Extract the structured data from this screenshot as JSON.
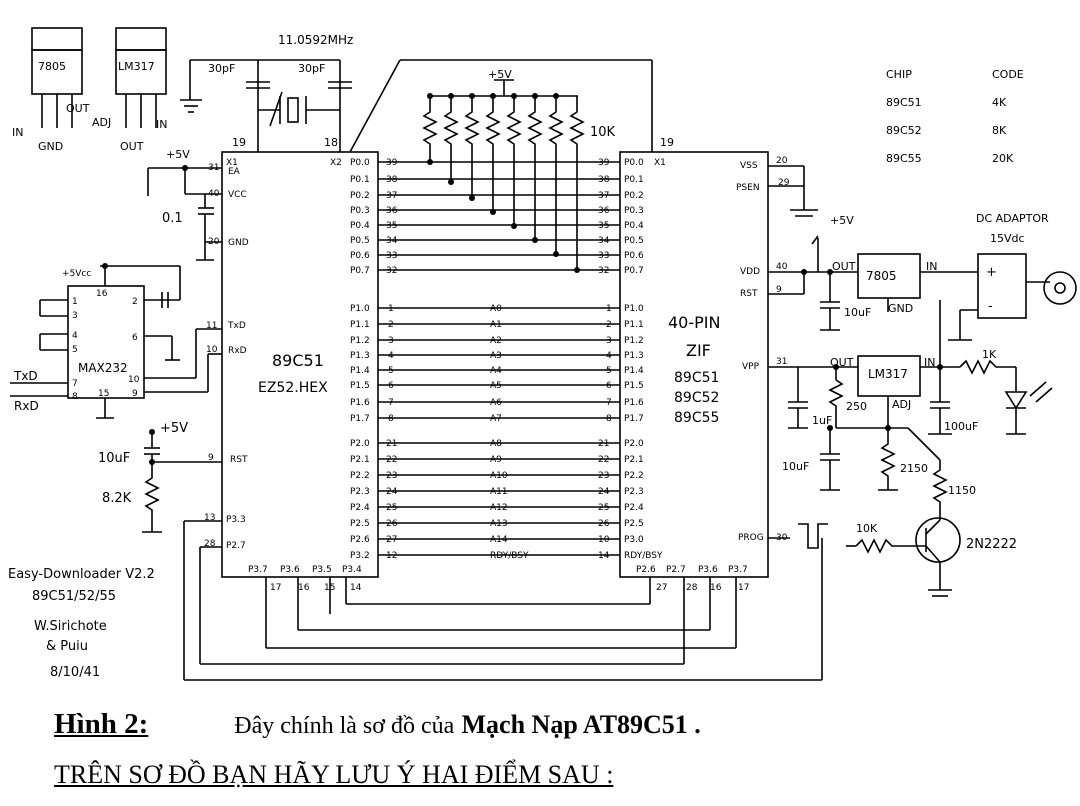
{
  "crystal": {
    "freq": "11.0592MHz",
    "cap_left": "30pF",
    "cap_right": "30pF"
  },
  "regulators": {
    "r7805": {
      "label": "7805",
      "in": "IN",
      "gnd": "GND",
      "out": "OUT"
    },
    "lm317": {
      "label": "LM317",
      "adj": "ADJ",
      "out": "OUT",
      "in": "IN"
    }
  },
  "chip_table": {
    "headers": [
      "CHIP",
      "CODE"
    ],
    "rows": [
      [
        "89C51",
        "4K"
      ],
      [
        "89C52",
        "8K"
      ],
      [
        "89C55",
        "20K"
      ]
    ]
  },
  "mcu": {
    "name": "89C51",
    "firmware": "EZ52.HEX",
    "top_pins": [
      "19",
      "18"
    ],
    "top_labels": [
      "X1",
      "X2"
    ],
    "left_pins": [
      {
        "num": "31",
        "name": "EA"
      },
      {
        "num": "40",
        "name": "VCC"
      },
      {
        "num": "20",
        "name": "GND"
      },
      {
        "num": "11",
        "name": "TxD"
      },
      {
        "num": "10",
        "name": "RxD"
      },
      {
        "num": "9",
        "name": "RST"
      },
      {
        "num": "13",
        "name": "P3.3"
      },
      {
        "num": "28",
        "name": "P2.7"
      }
    ],
    "bottom_labels": [
      "P3.7",
      "P3.6",
      "P3.5",
      "P3.4"
    ],
    "bottom_pins": [
      "17",
      "16",
      "15",
      "14"
    ],
    "p0": [
      [
        "P0.0",
        "39"
      ],
      [
        "P0.1",
        "38"
      ],
      [
        "P0.2",
        "37"
      ],
      [
        "P0.3",
        "36"
      ],
      [
        "P0.4",
        "35"
      ],
      [
        "P0.5",
        "34"
      ],
      [
        "P0.6",
        "33"
      ],
      [
        "P0.7",
        "32"
      ]
    ],
    "p1": [
      [
        "P1.0",
        "1"
      ],
      [
        "P1.1",
        "2"
      ],
      [
        "P1.2",
        "3"
      ],
      [
        "P1.3",
        "4"
      ],
      [
        "P1.4",
        "5"
      ],
      [
        "P1.5",
        "6"
      ],
      [
        "P1.6",
        "7"
      ],
      [
        "P1.7",
        "8"
      ]
    ],
    "p2": [
      [
        "P2.0",
        "21"
      ],
      [
        "P2.1",
        "22"
      ],
      [
        "P2.2",
        "23"
      ],
      [
        "P2.3",
        "24"
      ],
      [
        "P2.4",
        "25"
      ],
      [
        "P2.5",
        "26"
      ],
      [
        "P2.6",
        "27"
      ],
      [
        "P3.2",
        "12"
      ]
    ]
  },
  "buses": {
    "a_lines": [
      "A0",
      "A1",
      "A2",
      "A3",
      "A4",
      "A5",
      "A6",
      "A7"
    ],
    "b_lines": [
      "A8",
      "A9",
      "A10",
      "A11",
      "A12",
      "A13",
      "A14",
      "RDY/BSY"
    ]
  },
  "zif": {
    "name": "40-PIN",
    "type": "ZIF",
    "chips": [
      "89C51",
      "89C52",
      "89C55"
    ],
    "top_pin": "19",
    "p0": [
      [
        "39",
        "P0.0"
      ],
      [
        "38",
        "P0.1"
      ],
      [
        "37",
        "P0.2"
      ],
      [
        "36",
        "P0.3"
      ],
      [
        "35",
        "P0.4"
      ],
      [
        "34",
        "P0.5"
      ],
      [
        "33",
        "P0.6"
      ],
      [
        "32",
        "P0.7"
      ]
    ],
    "p1": [
      [
        "1",
        "P1.0"
      ],
      [
        "2",
        "P1.1"
      ],
      [
        "3",
        "P1.2"
      ],
      [
        "4",
        "P1.3"
      ],
      [
        "5",
        "P1.4"
      ],
      [
        "6",
        "P1.5"
      ],
      [
        "7",
        "P1.6"
      ],
      [
        "8",
        "P1.7"
      ]
    ],
    "p2": [
      [
        "21",
        "P2.0"
      ],
      [
        "22",
        "P2.1"
      ],
      [
        "23",
        "P2.2"
      ],
      [
        "24",
        "P2.3"
      ],
      [
        "25",
        "P2.4"
      ],
      [
        "26",
        "P2.5"
      ],
      [
        "10",
        "P3.0"
      ],
      [
        "14",
        "RDY/BSY"
      ]
    ],
    "x1": "X1",
    "right": {
      "vss": "VSS",
      "vss_pin": "20",
      "psen": "PSEN",
      "psen_pin": "29",
      "vdd": "VDD",
      "vdd_pin": "40",
      "rst": "RST",
      "rst_pin": "9",
      "vpp": "VPP",
      "vpp_pin": "31",
      "prog": "PROG",
      "prog_pin": "30"
    },
    "bottom_labels": [
      "P2.6",
      "P2.7",
      "P3.6",
      "P3.7"
    ],
    "bottom_pins": [
      "27",
      "28",
      "16",
      "17"
    ]
  },
  "max232": {
    "label": "MAX232",
    "vcc": "+5Vcc",
    "pins_left": [
      "1",
      "3",
      "4",
      "5",
      "7",
      "8"
    ],
    "pins_right": [
      "2",
      "6",
      "10",
      "9"
    ],
    "pin16": "16",
    "pin15": "15"
  },
  "signals": {
    "txd": "TxD",
    "rxd": "RxD"
  },
  "components": {
    "plus5v": "+5V",
    "c01": "0.1",
    "c10u_rst": "10uF",
    "r82k": "8.2K",
    "rpack": "10K",
    "c10u_vdd": "10uF",
    "c1u": "1uF",
    "r250": "250",
    "c10u_adj": "10uF",
    "r2150": "2150",
    "r1150": "1150",
    "c100u": "100uF",
    "r1k": "1K",
    "r10k": "10K",
    "transistor": "2N2222",
    "reg7805": "7805",
    "reg7805_in": "IN",
    "reg7805_out": "OUT",
    "reg7805_gnd": "GND",
    "lm317": "LM317",
    "lm317_out": "OUT",
    "lm317_in": "IN",
    "lm317_adj": "ADJ",
    "dc_adaptor": "DC ADAPTOR",
    "dc_volt": "15Vdc",
    "plus": "+",
    "minus": "-"
  },
  "credits": [
    "Easy-Downloader V2.2",
    "89C51/52/55",
    "W.Sirichote",
    "& Puiu",
    "8/10/41"
  ],
  "caption": {
    "fig_label": "Hình 2:",
    "text": "Đây chính là sơ đồ của",
    "bold": "Mạch Nạp AT89C51 .",
    "line2": "TRÊN SƠ ĐỒ BẠN HÃY LƯU Ý HAI ĐIỂM SAU :"
  }
}
